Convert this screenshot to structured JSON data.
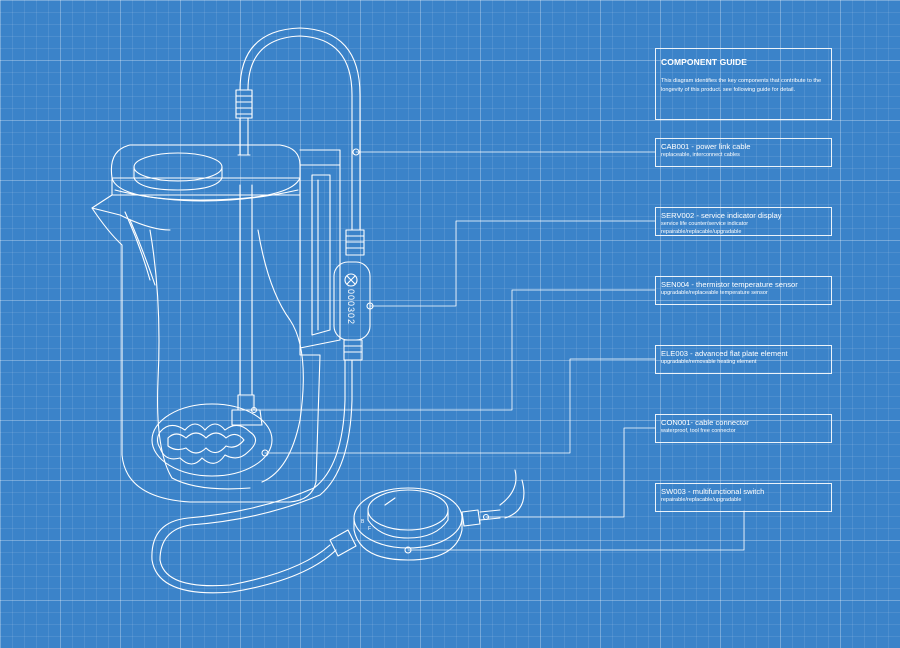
{
  "guide": {
    "title": "COMPONENT GUIDE",
    "text": "This diagram identifies the key components that contribute to the longevity of this product. see following guide for detail."
  },
  "components": [
    {
      "title": "CAB001 - power link cable",
      "lines": [
        "replaceable, interconnect cables"
      ]
    },
    {
      "title": "SERV002 - service indicator display",
      "lines": [
        "service life counter/service indicator",
        "repairable/replacable/upgradable"
      ]
    },
    {
      "title": "SEN004 - thermistor temperature sensor",
      "lines": [
        "upgradable/replaceable temperature sensor"
      ]
    },
    {
      "title": "ELE003 - advanced flat plate element",
      "lines": [
        "upgradable/removable heating element"
      ]
    },
    {
      "title": "CON001- cable connector",
      "lines": [
        "waterproof, tool free connector"
      ]
    },
    {
      "title": "SW003 - multifunctional switch",
      "lines": [
        "repairable/replacable/upgradable"
      ]
    }
  ],
  "display": {
    "readout": "000302"
  },
  "switch": {
    "marks": [
      "B",
      "F"
    ]
  },
  "colors": {
    "background": "#3b83c9",
    "line": "#ffffff"
  }
}
